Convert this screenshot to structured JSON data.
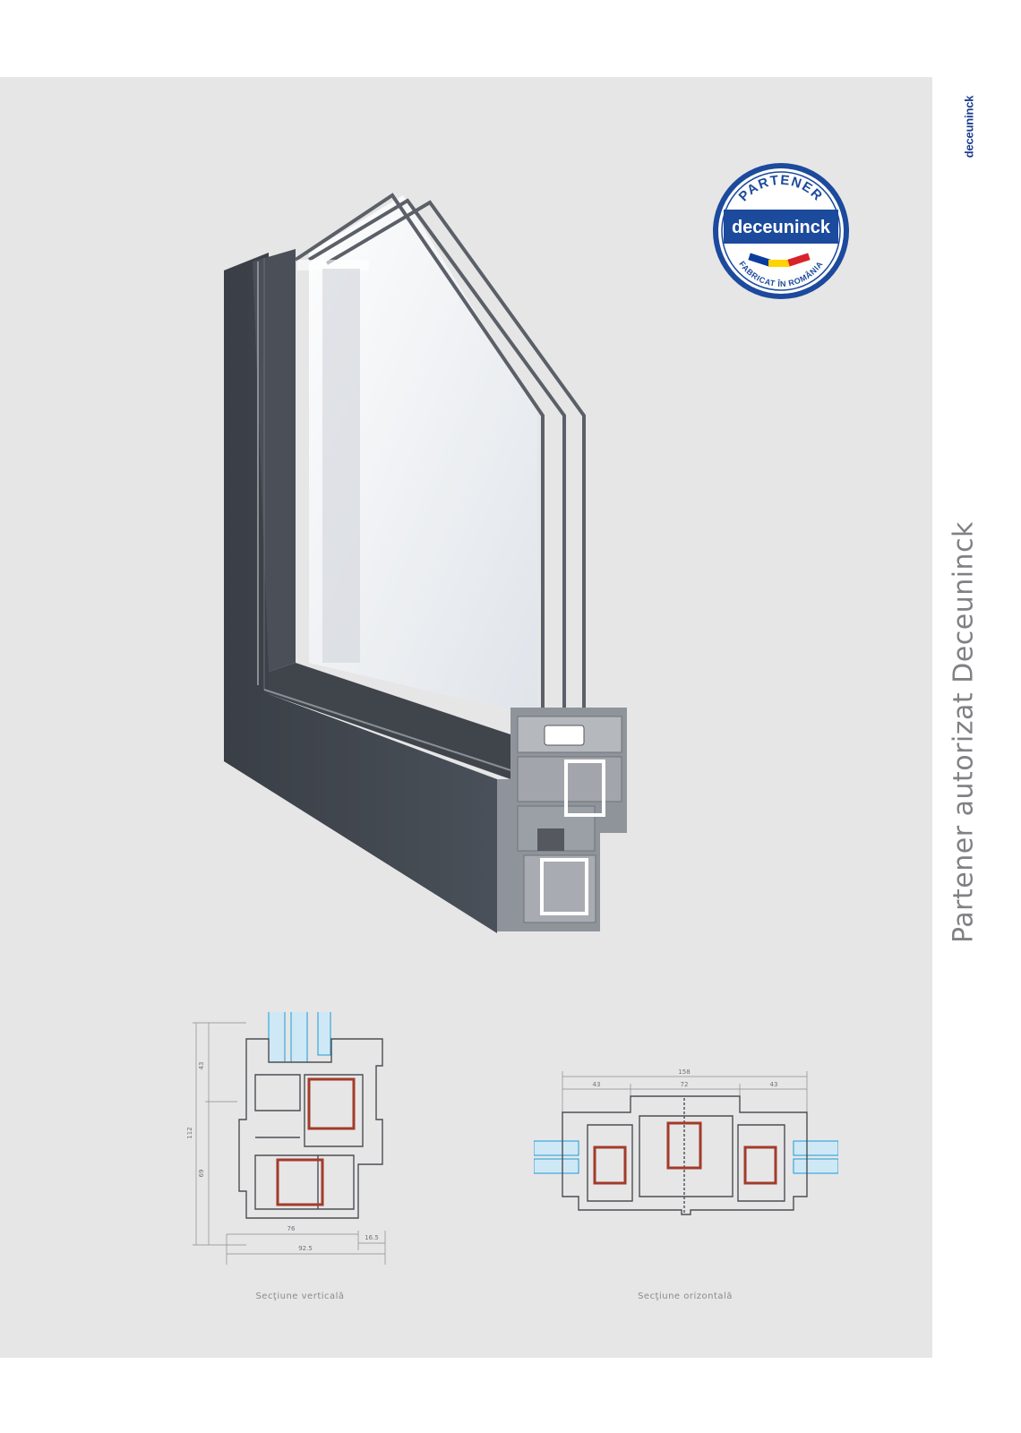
{
  "brand": {
    "name": "deceuninck"
  },
  "side_title": "Partener autorizat Deceuninck",
  "badge": {
    "top_text": "PARTENER",
    "brand": "deceuninck",
    "bottom_text": "FABRICAT ÎN ROMÂNIA",
    "colors": {
      "ring": "#1c4a9c",
      "brand_bg": "#1c4a9c",
      "flag": [
        "#0b3e9c",
        "#ffd200",
        "#d9222a"
      ]
    }
  },
  "drawing_vertical": {
    "caption": "Secţiune verticală",
    "dims": {
      "d43": "43",
      "d112": "112",
      "d69": "69",
      "d76": "76",
      "d16_5": "16.5",
      "d92_5": "92.5"
    }
  },
  "drawing_horizontal": {
    "caption": "Secţiune orizontală",
    "dims": {
      "d158": "158",
      "d43a": "43",
      "d72": "72",
      "d43b": "43"
    }
  },
  "colors": {
    "panel": "#e6e6e7",
    "frame": "#3d4249",
    "glass": "#1c9bd6",
    "steel": "#a33b2a"
  }
}
